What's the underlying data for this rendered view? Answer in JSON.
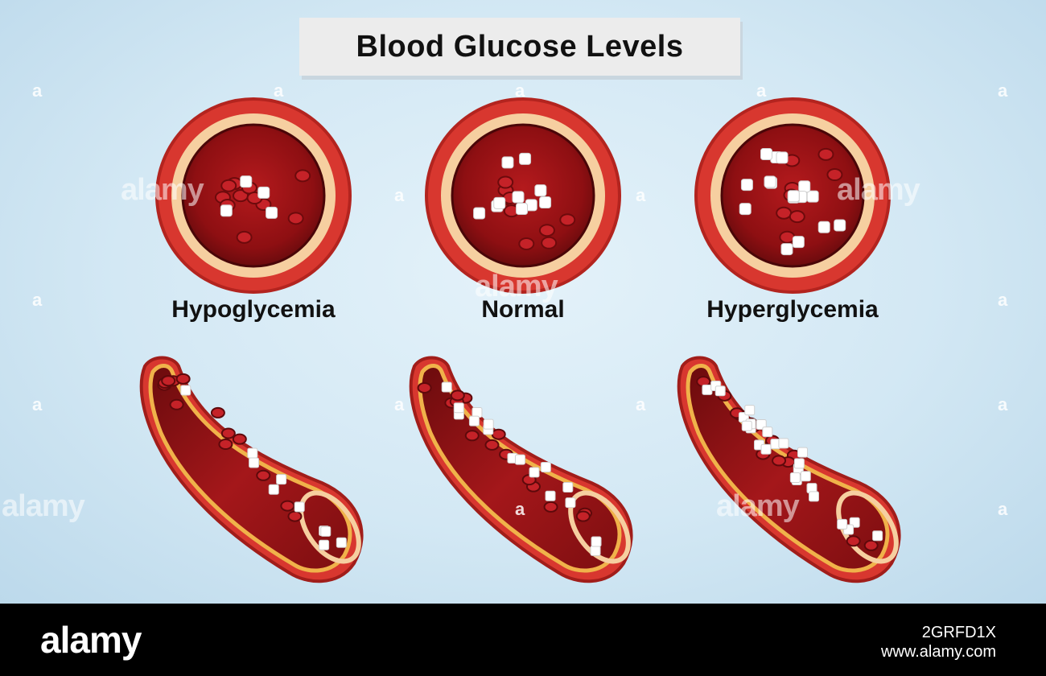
{
  "title": "Blood Glucose Levels",
  "labels": {
    "hypo": "Hypoglycemia",
    "normal": "Normal",
    "hyper": "Hyperglycemia"
  },
  "watermark": {
    "word": "alamy",
    "mark": "a"
  },
  "footer": {
    "logo": "alamy",
    "image_id": "2GRFD1X",
    "site": "www.alamy.com"
  },
  "colors": {
    "background": "#d3e8f4",
    "vessel_wall": "#d8372f",
    "vessel_inner_ring": "#f6cfa0",
    "blood": "#8e0f12",
    "glucose": "#ffffff",
    "red_cell": "#c52228"
  }
}
